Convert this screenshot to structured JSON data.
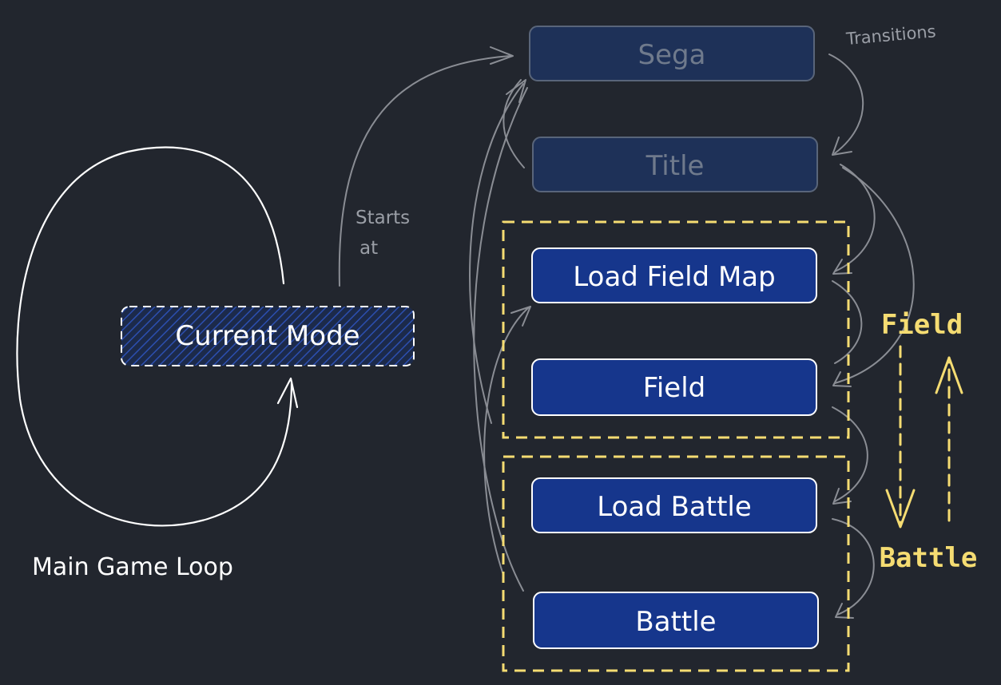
{
  "colors": {
    "background": "#22262e",
    "active_box": "#16368c",
    "dim_box": "#1e3158",
    "dim_text": "#6f7a8c",
    "group_border": "#f5dc72",
    "arrow_gray": "#8a8d94",
    "white": "#ffffff"
  },
  "main_loop": {
    "current_mode_label": "Current Mode",
    "caption": "Main Game Loop"
  },
  "notes": {
    "starts_line1": "Starts",
    "starts_line2": "at",
    "transitions": "Transitions"
  },
  "modes": {
    "sega": "Sega",
    "title": "Title",
    "load_field_map": "Load Field Map",
    "field": "Field",
    "load_battle": "Load Battle",
    "battle": "Battle"
  },
  "groups": {
    "field_label": "Field",
    "battle_label": "Battle"
  }
}
